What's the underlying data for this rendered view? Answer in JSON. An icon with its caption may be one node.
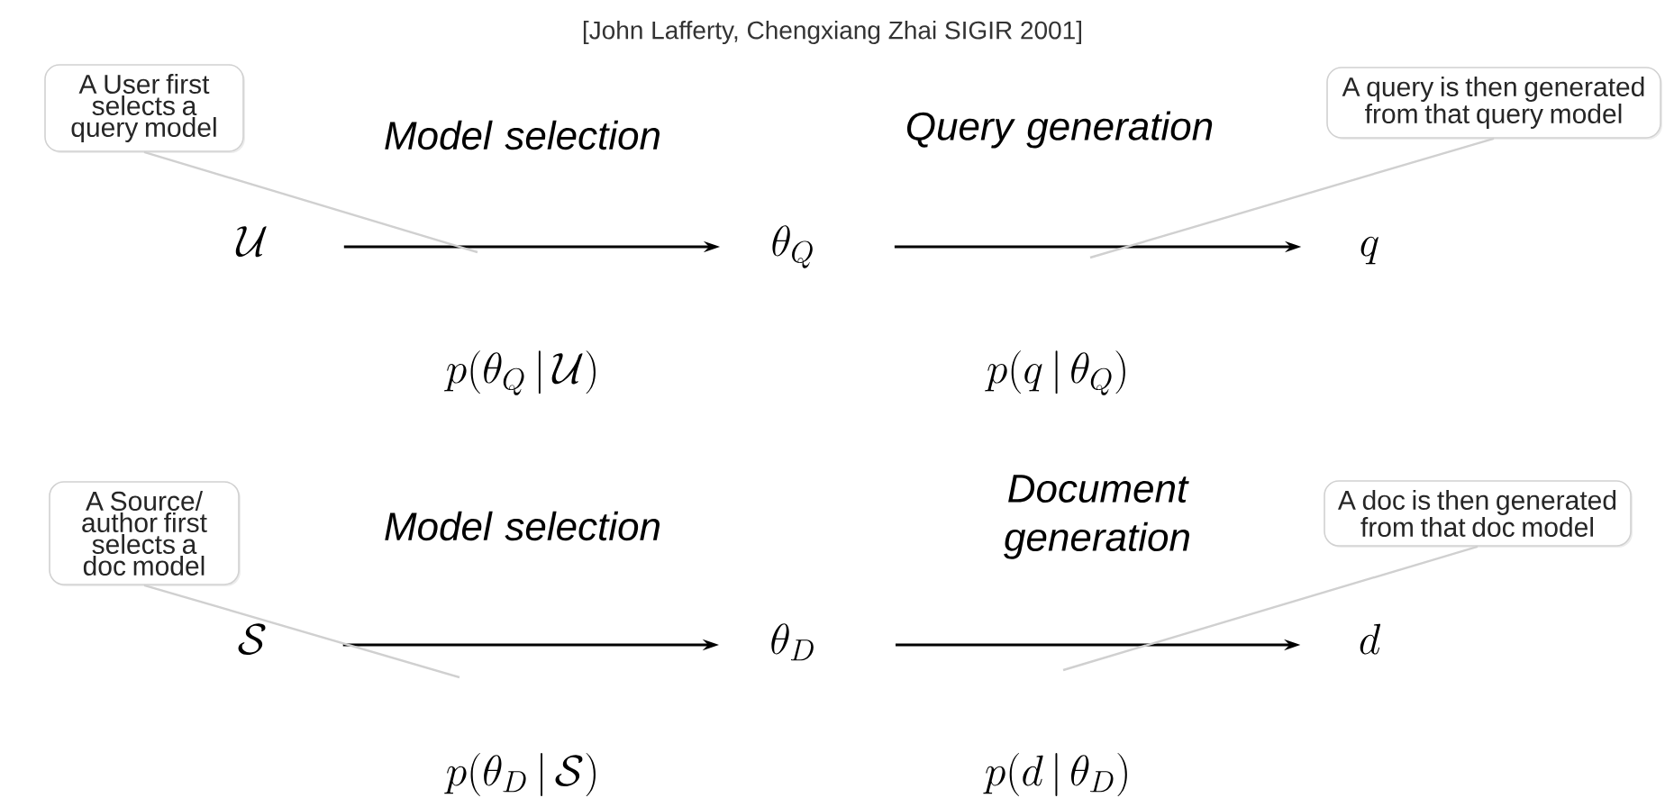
{
  "diagram": {
    "title": "[John Lafferty,  Chengxiang Zhai SIGIR 2001]",
    "nodes": [
      {
        "text": [
          "A User first selects a query model"
        ]
      },
      {
        "text": [
          "A query is then generated from that query model"
        ]
      },
      {
        "text": [
          "\\mathcal{U}"
        ]
      },
      {
        "text": [
          "\\theta_Q"
        ]
      },
      {
        "text": [
          "q"
        ]
      },
      {
        "text": [
          "A Source/ author first selects a doc model"
        ]
      },
      {
        "text": [
          "A doc is then generated from that doc model"
        ]
      },
      {
        "text": [
          "\\mathcal{S}"
        ]
      },
      {
        "text": [
          "\\theta_D"
        ]
      },
      {
        "text": [
          "d"
        ]
      }
    ],
    "edges": [
      {
        "from": 2,
        "to": 3,
        "arrow": "to",
        "label": "Model selection"
      },
      {
        "from": 3,
        "to": 4,
        "arrow": "to",
        "label": "Query generation"
      },
      {
        "from": 7,
        "to": 8,
        "arrow": "to",
        "label": "Model selection"
      },
      {
        "from": 8,
        "to": 9,
        "arrow": "to",
        "label": "Document generation"
      },
      {
        "from": 0,
        "to": null,
        "arrow": "none",
        "color": "#d0d0d0"
      },
      {
        "from": 1,
        "to": null,
        "arrow": "none",
        "color": "#d0d0d0"
      },
      {
        "from": 5,
        "to": null,
        "arrow": "none",
        "color": "#d0d0d0"
      },
      {
        "from": 6,
        "to": null,
        "arrow": "none",
        "color": "#d0d0d0"
      }
    ],
    "labels": [
      "p(\\theta_Q\\,|\\,\\mathcal{U})",
      "p(q\\,|\\,\\theta_Q)",
      "p(\\theta_D\\,|\\,\\mathcal{S})",
      "p(d\\,|\\,\\theta_D)"
    ]
  }
}
